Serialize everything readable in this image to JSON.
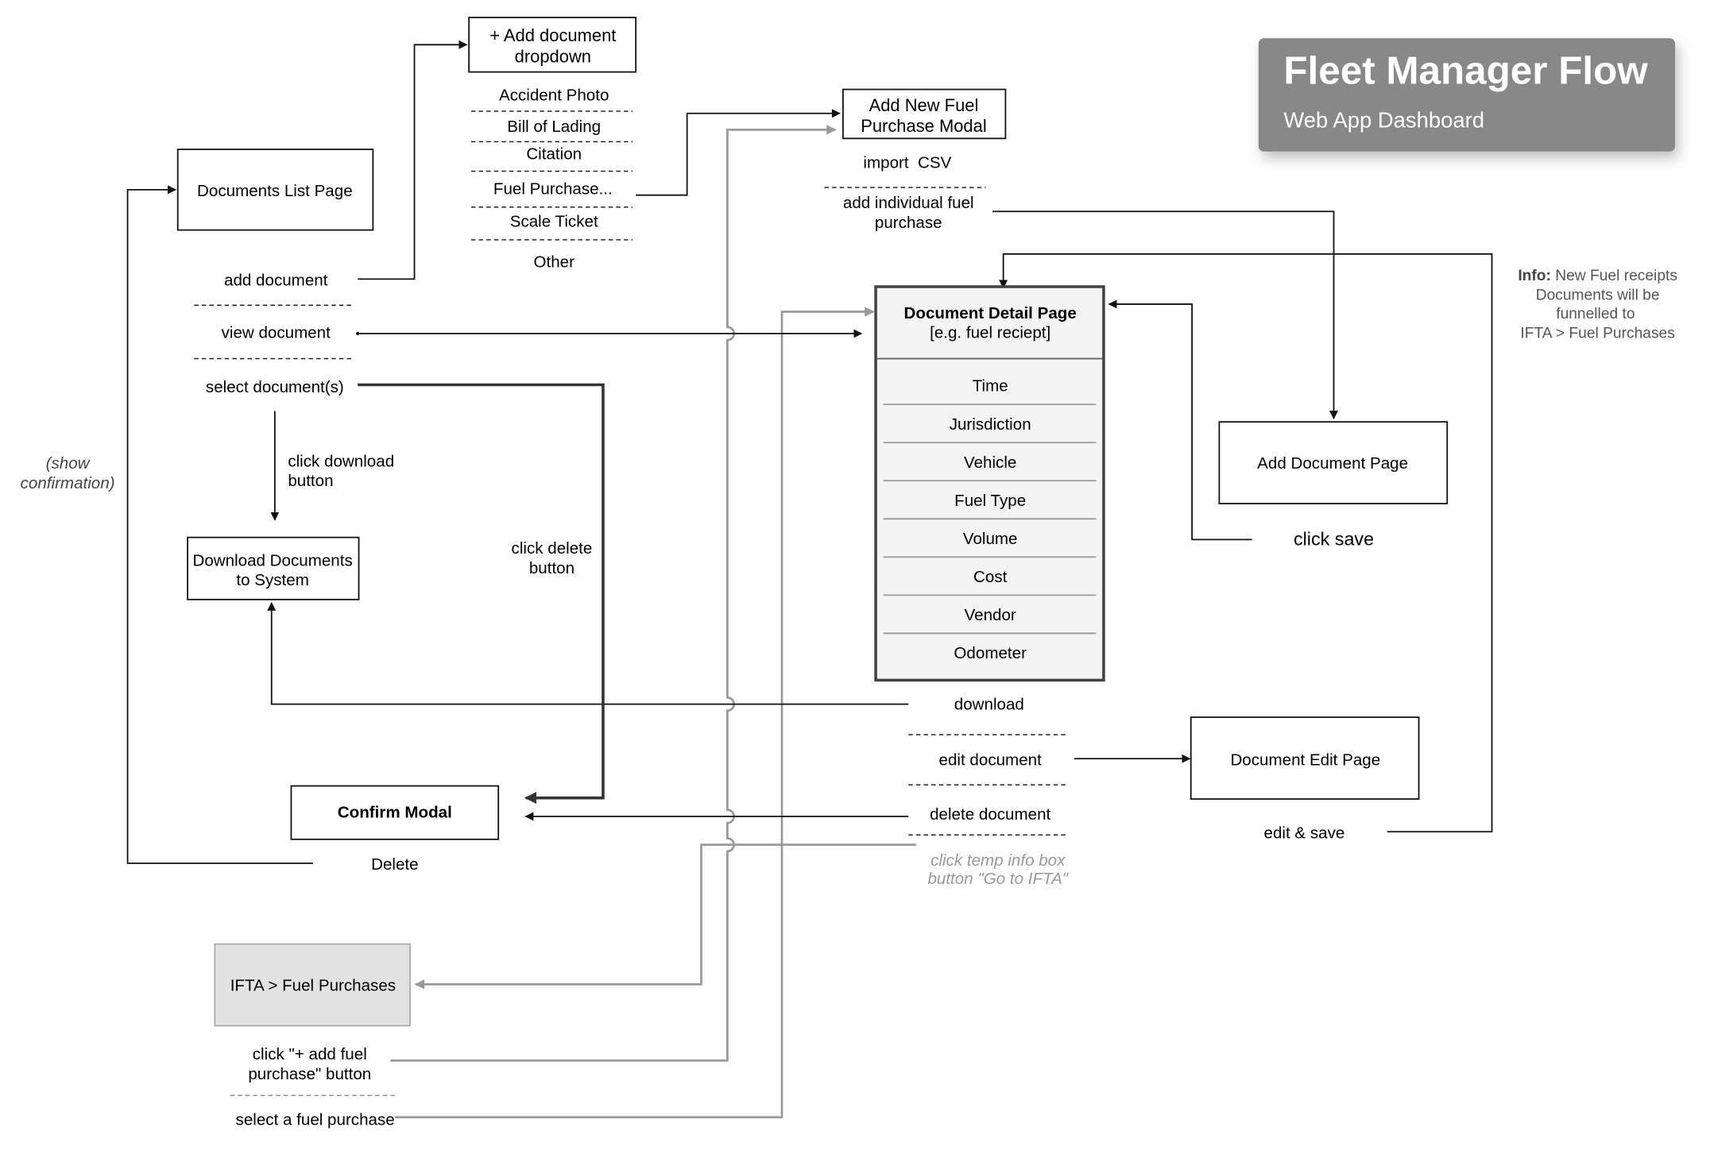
{
  "title_card": {
    "title": "Fleet Manager Flow",
    "subtitle": "Web App Dashboard"
  },
  "info_note": {
    "label": "Info:",
    "lines": [
      "New Fuel receipts",
      "Documents will be",
      "funnelled to",
      "IFTA > Fuel Purchases"
    ]
  },
  "documents_list_page": {
    "title": "Documents List Page",
    "actions": [
      "add document",
      "view document",
      "select document(s)"
    ]
  },
  "add_document_dropdown": {
    "title_lines": [
      "+ Add document",
      "dropdown"
    ],
    "items": [
      "Accident Photo",
      "Bill of Lading",
      "Citation",
      "Fuel Purchase...",
      "Scale Ticket",
      "Other"
    ]
  },
  "add_fuel_modal": {
    "title_lines": [
      "Add New Fuel",
      "Purchase Modal"
    ],
    "actions": [
      "import  CSV",
      "add individual fuel\npurchase"
    ]
  },
  "document_detail_page": {
    "title": "Document Detail Page",
    "subtitle": "[e.g. fuel reciept]",
    "fields": [
      "Time",
      "Jurisdiction",
      "Vehicle",
      "Fuel Type",
      "Volume",
      "Cost",
      "Vendor",
      "Odometer"
    ],
    "actions": [
      "download",
      "edit document",
      "delete document"
    ],
    "temp_action_lines": [
      "click temp info box",
      "button \"Go to IFTA\""
    ]
  },
  "add_document_page": {
    "title": "Add Document Page",
    "action": "click save"
  },
  "document_edit_page": {
    "title": "Document Edit Page",
    "action": "edit & save"
  },
  "download_documents": {
    "title_lines": [
      "Download Documents",
      "to System"
    ]
  },
  "confirm_modal": {
    "title": "Confirm Modal",
    "action": "Delete"
  },
  "ifta_fuel_purchases": {
    "title": "IFTA > Fuel Purchases",
    "actions": [
      "click \"+ add fuel\npurchase\" button",
      "select a fuel purchase"
    ]
  },
  "edge_labels": {
    "click_download": "click download\nbutton",
    "click_delete": "click delete\nbutton",
    "show_confirmation": "(show\nconfirmation)"
  }
}
